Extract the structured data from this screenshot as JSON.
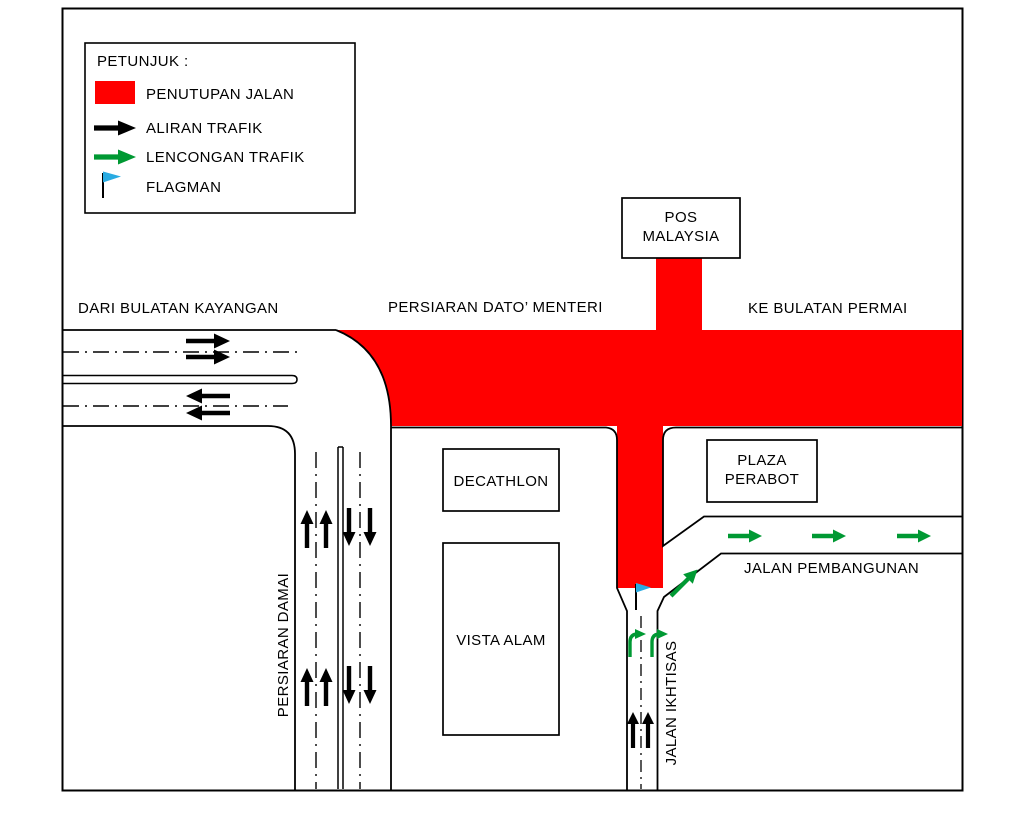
{
  "colors": {
    "closure": "#ff0000",
    "traffic": "#000000",
    "diversion": "#009933",
    "flagman": "#29abe2"
  },
  "legend": {
    "title": "PETUNJUK :",
    "closure_label": "PENUTUPAN JALAN",
    "traffic_label": "ALIRAN TRAFIK",
    "diversion_label": "LENCONGAN TRAFIK",
    "flagman_label": "FLAGMAN"
  },
  "roads": {
    "from_west": "DARI BULATAN KAYANGAN",
    "main": "PERSIARAN DATO’ MENTERI",
    "to_east": "KE BULATAN PERMAI",
    "south_west": "PERSIARAN DAMAI",
    "south_east": "JALAN IKHTISAS",
    "east": "JALAN PEMBANGUNAN"
  },
  "buildings": {
    "pos_line1": "POS",
    "pos_line2": "MALAYSIA",
    "plaza_line1": "PLAZA",
    "plaza_line2": "PERABOT",
    "decathlon": "DECATHLON",
    "vista_alam": "VISTA ALAM"
  }
}
